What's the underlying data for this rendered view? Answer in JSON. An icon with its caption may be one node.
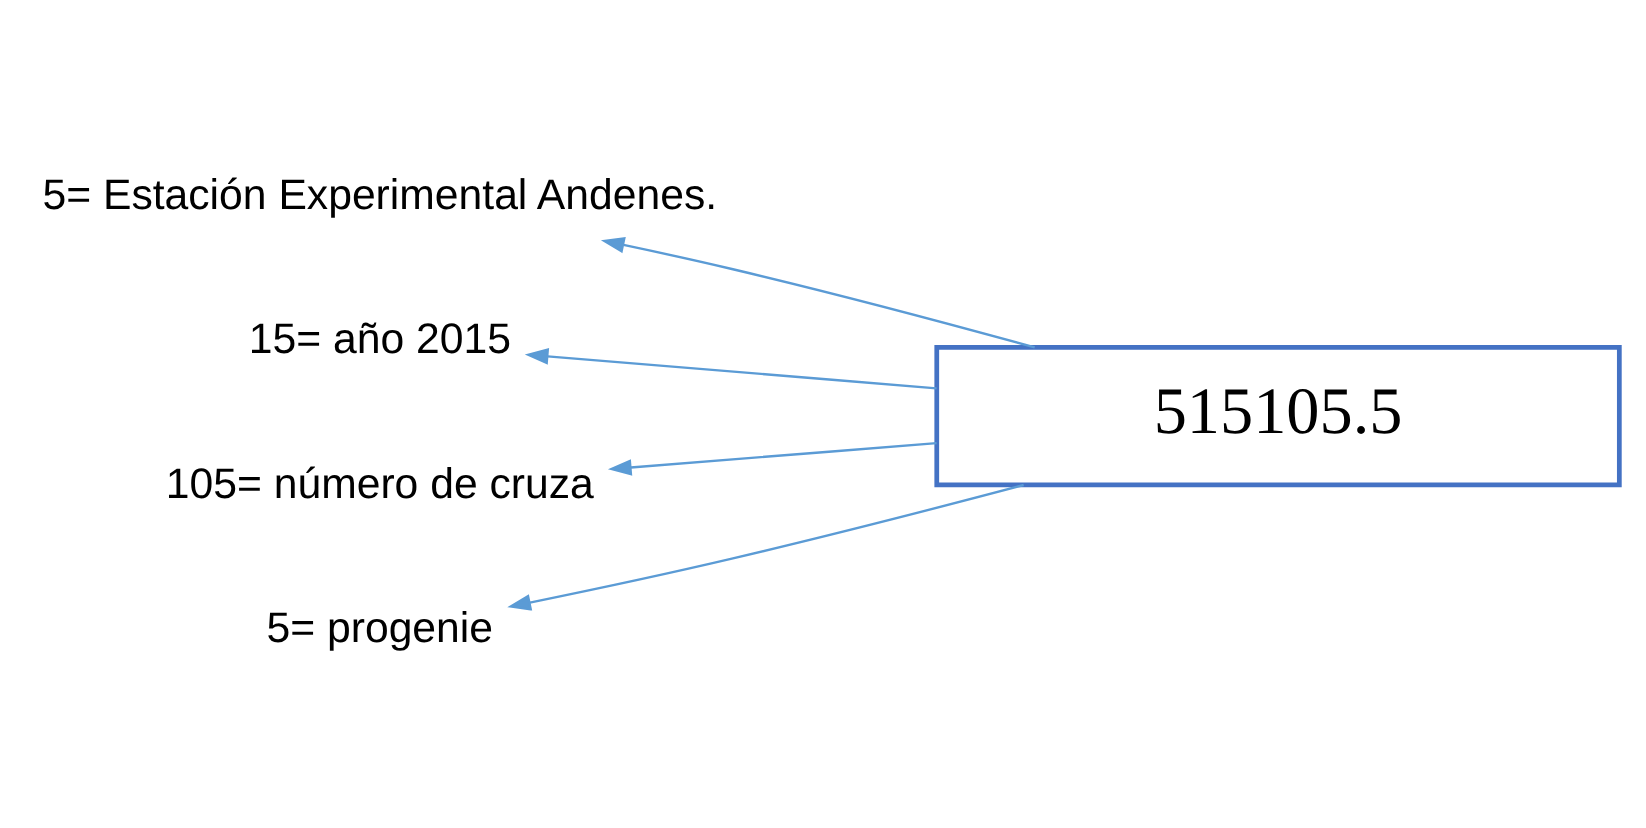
{
  "diagram": {
    "nodes": [
      {
        "text": [
          "515105.5"
        ]
      },
      {
        "text": [
          "5= Estación Experimental Andenes."
        ]
      },
      {
        "text": [
          "15= año 2015"
        ]
      },
      {
        "text": [
          "105= número de cruza"
        ]
      },
      {
        "text": [
          "5= progenie"
        ]
      }
    ],
    "edges": [
      {
        "from": 0,
        "to": 1,
        "arrow": "to"
      },
      {
        "from": 0,
        "to": 2,
        "arrow": "to"
      },
      {
        "from": 0,
        "to": 3,
        "arrow": "to"
      },
      {
        "from": 0,
        "to": 4,
        "arrow": "to"
      }
    ]
  }
}
